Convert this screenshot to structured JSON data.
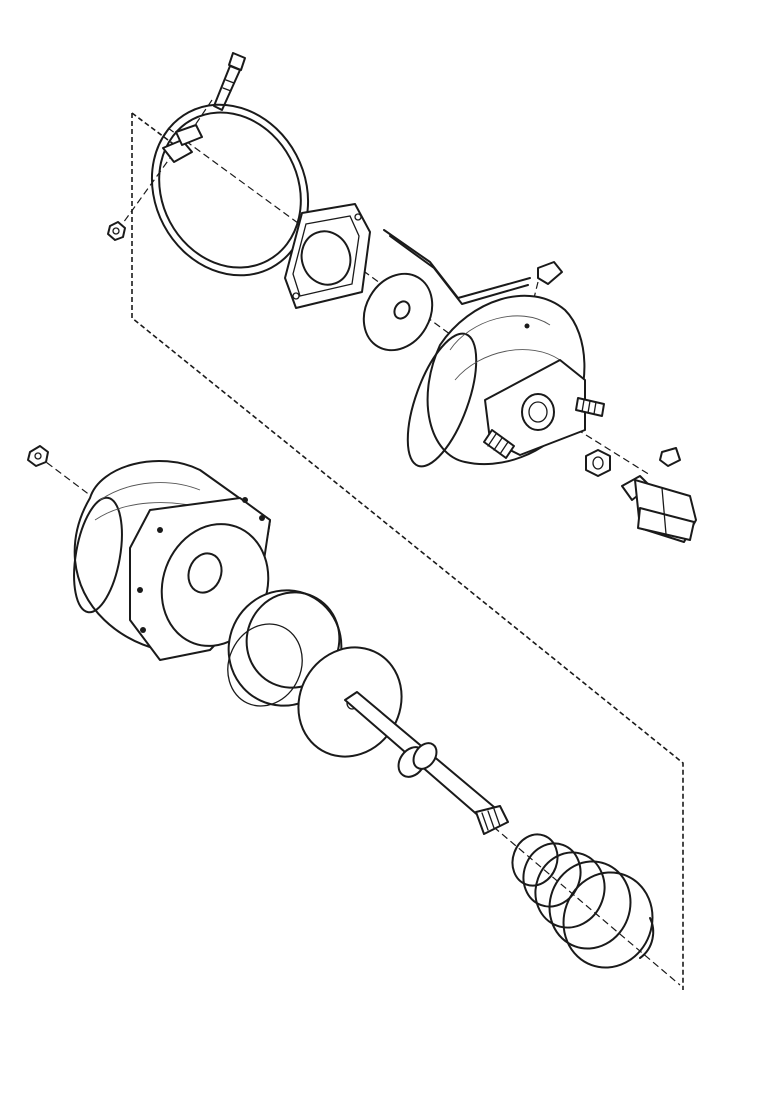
{
  "figure": {
    "kind": "exploded-view technical drawing",
    "background": "#ffffff",
    "ink": "#1a1a1a"
  },
  "parts": [
    "bolt",
    "clamp-ring",
    "nut",
    "gasket",
    "washer-plate",
    "brake-line",
    "front-housing",
    "stud",
    "port-cap",
    "hex-nut",
    "clevis",
    "rear-housing",
    "diaphragm",
    "piston-plate",
    "push-rod",
    "return-spring"
  ]
}
